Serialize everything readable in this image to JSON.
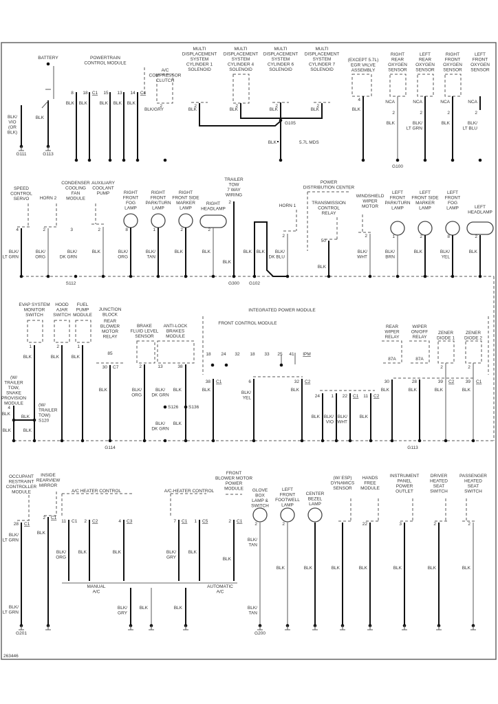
{
  "figure_id": "263446",
  "r1": {
    "g111": {
      "wire": "BLK/\nVIO\n(OR\nBLK)",
      "ground": "G111"
    },
    "battery": {
      "label": "BATTERY",
      "wire": "BLK",
      "ground": "G113"
    },
    "pcm": {
      "label": "POWERTRAIN\nCONTROL MODULE",
      "pins": [
        "8",
        "18",
        "C1",
        "15",
        "13",
        "14",
        "C4"
      ],
      "wires": [
        "BLK",
        "BLK",
        "BLK",
        "BLK",
        "BLK"
      ]
    },
    "ac_clutch": {
      "label": "A/C\nCOMPRESSOR\nCLUTCH",
      "pin": "2",
      "wire": "BLK/GRY"
    },
    "mds1": {
      "label": "MULTI\nDISPLACEMENT\nSYSTEM\nCYLINDER 1\nSOLENOID",
      "pin": "2",
      "wire": "BLK"
    },
    "mds4": {
      "label": "MULTI\nDISPLACEMENT\nSYSTEM\nCYLINDER 4\nSOLENOID",
      "pin": "2",
      "wire": "BLK"
    },
    "mds6": {
      "label": "MULTI\nDISPLACEMENT\nSYSTEM\nCYLINDER 6\nSOLENOID",
      "pin": "2",
      "wire": "BLK"
    },
    "mds7": {
      "label": "MULTI\nDISPLACEMENT\nSYSTEM\nCYLINDER 7\nSOLENOID",
      "pin": "2",
      "wire": "BLK"
    },
    "g105": {
      "label": "G105",
      "wire": "BLK",
      "note": "5.7L MDS"
    },
    "egr": {
      "label": "(EXCEPT 5.7L)\nEGR VALVE\nASSEMBLY",
      "pin": "4",
      "wire": "BLK"
    },
    "o2_rr": {
      "label": "RIGHT\nREAR\nOXYGEN\nSENSOR",
      "nca": "NCA",
      "pin": "2",
      "wire": "BLK",
      "ground": "G100"
    },
    "o2_lr": {
      "label": "LEFT\nREAR\nOXYGEN\nSENSOR",
      "nca": "NCA",
      "pin": "2",
      "wire": "BLK/\nLT GRN"
    },
    "o2_rf": {
      "label": "RIGHT\nFRONT\nOXYGEN\nSENSOR",
      "nca": "NCA",
      "pin": "2",
      "wire": "BLK"
    },
    "o2_lf": {
      "label": "LEFT\nFRONT\nOXYGEN\nSENSOR",
      "nca": "NCA",
      "pin": "2",
      "wire": "BLK/\nLT BLU"
    }
  },
  "r2": {
    "speed_servo": {
      "label": "SPEED\nCONTROL\nSERVO",
      "pin": "4",
      "wire": "BLK/\nLT GRN"
    },
    "horn2": {
      "label": "HORN 2",
      "pin": "2",
      "wire": "BLK/\nORG"
    },
    "cond_fan": {
      "label": "CONDENSER\nCOOLING\nFAN\nMODULE",
      "pin": "3",
      "wire": "BLK/\nDK GRN"
    },
    "aux_pump": {
      "label": "AUXILIARY\nCOOLANT\nPUMP",
      "pin": "2",
      "wire": "BLK"
    },
    "rf_fog": {
      "label": "RIGHT\nFRONT\nFOG\nLAMP",
      "pin": "8",
      "wire": "BLK/\nORG"
    },
    "rf_park": {
      "label": "RIGHT\nFRONT\nPARK/TURN\nLAMP",
      "pin": "1",
      "wire": "BLK/\nTAN"
    },
    "rf_marker": {
      "label": "RIGHT\nFRONT SIDE\nMARKER\nLAMP",
      "pin": "2",
      "wire": "BLK"
    },
    "r_headlamp": {
      "label": "RIGHT\nHEADLAMP",
      "pin": "2",
      "wire": "BLK"
    },
    "trailer7": {
      "label": "TRAILER\nTOW\n7 WAY\nWIRING",
      "pin": "2",
      "wire": "BLK",
      "ground": "G300"
    },
    "g102": {
      "wire": "BLK",
      "wire2": "BLK",
      "ground": "G102"
    },
    "horn1": {
      "label": "HORN 1",
      "pin": "2",
      "wire": "BLK/\nDK BLU"
    },
    "pdc": {
      "label": "POWER\nDISTRIBUTION CENTER"
    },
    "tcr": {
      "label": "TRANSMISSION\nCONTROL\nRELAY",
      "pin": "50",
      "wire": "BLK"
    },
    "wiper_motor": {
      "label": "WINDSHIELD\nWIPER\nMOTOR",
      "pin": "2",
      "wire": "BLK/\nWHT"
    },
    "lf_park": {
      "label": "LEFT\nFRONT\nPARK/TURN\nLAMP",
      "pin": "1",
      "wire": "BLK/\nBRN"
    },
    "lf_marker": {
      "label": "LEFT\nFRONT SIDE\nMARKER\nLAMP",
      "pin": "2",
      "wire": "BLK"
    },
    "lf_fog": {
      "label": "LEFT\nFRONT\nFOG\nLAMP",
      "pin": "8",
      "wire": "BLK/\nYEL"
    },
    "l_headlamp": {
      "label": "LEFT\nHEADLAMP",
      "pin": "2",
      "wire": "BLK"
    },
    "s112": {
      "label": "S112"
    }
  },
  "r3": {
    "evap": {
      "label": "EVAP SYSTEM\nMONITOR\nSWITCH",
      "pin": "1",
      "wire": "BLK"
    },
    "hood": {
      "label": "HOOD\nAJAR\nSWITCH",
      "pin": "2",
      "wire": "BLK"
    },
    "fuel_pump": {
      "label": "FUEL\nPUMP\nMODULE",
      "pin": "1",
      "wire": "BLK"
    },
    "jb": {
      "label": "JUNCTION\nBLOCK",
      "relay": "REAR\nBLOWER\nMOTOR\nRELAY",
      "pin_in": "85",
      "pin": "30",
      "conn": "C7",
      "wire": "BLK"
    },
    "brake_fluid": {
      "label": "BRAKE\nFLUID LEVEL\nSENSOR",
      "pin": "2",
      "wire": "BLK/\nORG"
    },
    "abs": {
      "label": "ANTI-LOCK\nBRAKES\nMODULE",
      "pin": "13",
      "pin2": "38",
      "wire": "BLK/\nDK GRN",
      "wire_b": "BLK/\nDK GRN",
      "wire2": "BLK",
      "wire2_b": "BLK",
      "splice1": "S126",
      "splice2": "S136"
    },
    "ipm": {
      "label": "INTEGRATED POWER MODULE"
    },
    "fcm": {
      "label": "FRONT CONTROL MODULE",
      "pins": [
        "18",
        "24",
        "32",
        "18",
        "33",
        "25",
        "41",
        "IPM"
      ]
    },
    "ipm_wires": [
      {
        "pin": "38",
        "conn": "C1",
        "wire": "BLK"
      },
      {
        "pin": "6",
        "wire": "BLK/\nYEL"
      },
      {
        "pin": "32",
        "conn": "C2",
        "wire": "BLK"
      },
      {
        "pin": "24",
        "wire": "BLK"
      },
      {
        "pin": "1",
        "wire": "BLK/\nVIO"
      },
      {
        "pin": "22",
        "conn": "C1",
        "wire": "BLK/\nWHT"
      },
      {
        "pin": "11",
        "conn": "C2",
        "wire": "BLK"
      }
    ],
    "rear_wiper_relay": {
      "label": "REAR\nWIPER\nRELAY",
      "pin_in": "87A",
      "pin": "30",
      "wire": "BLK"
    },
    "wiper_onoff_relay": {
      "label": "WIPER\nON/OFF\nRELAY",
      "pin_in": "87A",
      "pin": "28",
      "wire": "BLK"
    },
    "zener1": {
      "label": "ZENER\nDIODE 1",
      "pin_in": "2",
      "pin": "39",
      "conn": "C2",
      "wire": "BLK"
    },
    "zener2": {
      "label": "ZENER\nDIODE 2",
      "pin_in": "2",
      "pin": "39",
      "conn": "C1",
      "wire": "BLK"
    },
    "trailer_module": {
      "label": "(W/\nTRAILER\nTOW,\nSNAKE\nPROVISION\nMODULE",
      "pin": "4",
      "wire": "BLK",
      "wire2": "BLK",
      "link": "BLK"
    },
    "s120": {
      "label": "(W/\nTRAILER\nTOW)\nS120",
      "wire": "BLK"
    },
    "g114": {
      "label": "G114"
    },
    "g113": {
      "label": "G113"
    }
  },
  "r4": {
    "orc": {
      "label": "OCCUPANT\nRESTRAINT\nCONTROLLER\nMODULE",
      "pin": "28",
      "conn": "C1",
      "wire": "BLK/\nLT GRN",
      "wire2": "BLK/\nLT GRN",
      "ground": "G201"
    },
    "mirror": {
      "label": "INSIDE\nREARVIEW\nMIRROR",
      "pin": "2",
      "conn": "C1",
      "wire": "BLK"
    },
    "ac_manual": {
      "label": "A/C HEATER CONTROL",
      "variant": "MANUAL\nA/C",
      "pins": [
        {
          "pin": "11",
          "conn": "C1",
          "wire": "BLK/\nORG"
        },
        {
          "pin": "2",
          "conn": "C2",
          "wire": "BLK"
        },
        {
          "pin": "4",
          "conn": "C3",
          "wire": "BLK"
        }
      ]
    },
    "ac_auto": {
      "label": "A/C-HEATER CONTROL",
      "variant": "AUTOMATIC\nA/C",
      "pins": [
        {
          "pin": "7",
          "conn": "C1",
          "wire": "BLK/\nGRY"
        },
        {
          "pin": "1",
          "conn": "C5",
          "wire": "BLK"
        }
      ]
    },
    "blower": {
      "label": "FRONT\nBLOWER MOTOR\nPOWER\nMODULE",
      "pin": "2",
      "conn": "C1",
      "wire": "BLK"
    },
    "hvac_grounds": {
      "wires": [
        "BLK/\nGRY",
        "BLK",
        "BLK"
      ]
    },
    "glovebox": {
      "label": "GLOVE\nBOX\nLAMP &\nSWITCH",
      "pin": "2",
      "wire": "BLK/\nTAN",
      "wire2": "BLK/\nTAN",
      "ground": "G200"
    },
    "footwell": {
      "label": "LEFT\nFRONT\nFOOTWELL\nLAMP",
      "pin": "2",
      "wire": "BLK"
    },
    "bezel": {
      "label": "CENTER\nBEZEL\nLAMP",
      "wire": "BLK"
    },
    "dynamics": {
      "label": "(W/ ESP)\nDYNAMICS\nSENSOR",
      "wire": "BLK"
    },
    "handsfree": {
      "label": "HANDS\nFREE\nMODULE",
      "pin": "22",
      "wire": "BLK"
    },
    "outlet": {
      "label": "INSTRUMENT\nPANEL\nPOWER\nOUTLET",
      "pin": "3",
      "wire": "BLK"
    },
    "driver_seat": {
      "label": "DRIVER\nHEATED\nSEAT\nSWITCH",
      "pin": "2",
      "wire": "BLK"
    },
    "pass_seat": {
      "label": "PASSENGER\nHEATED\nSEAT\nSWITCH",
      "pin": "2",
      "wire": "BLK"
    }
  }
}
